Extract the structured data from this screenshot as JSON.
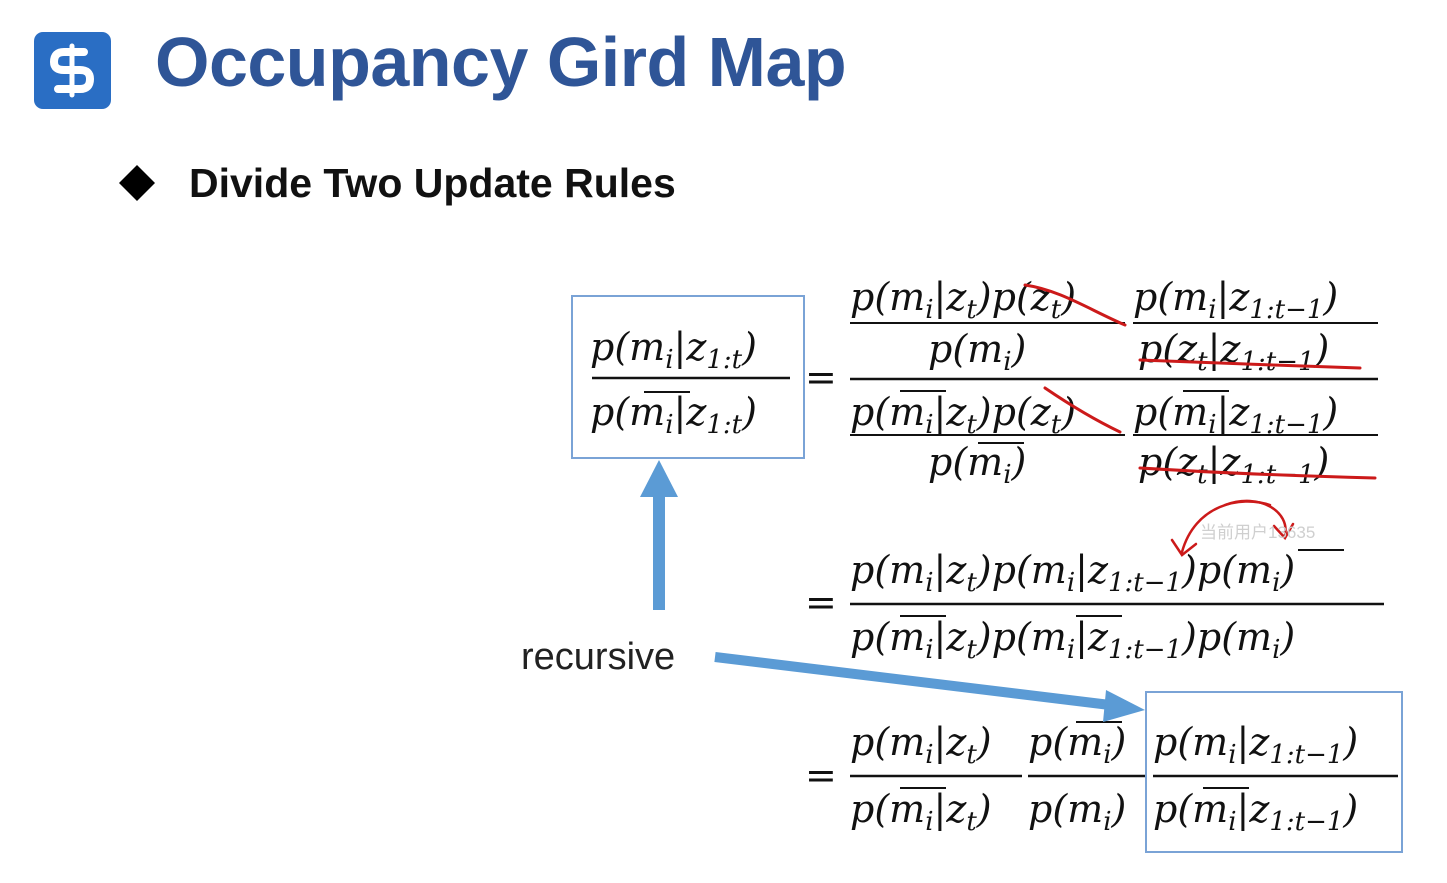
{
  "header": {
    "logo_icon": "stylized-s-logo-icon",
    "title": "Occupancy Gird Map"
  },
  "section": {
    "bullet_icon": "diamond-bullet-icon",
    "heading": "Divide Two Update Rules"
  },
  "annotation": {
    "recursive_label": "recursive",
    "watermark": "当前用户13635"
  },
  "colors": {
    "title": "#2f5597",
    "logo": "#2a6ec4",
    "box_border": "#7aa3d6",
    "arrow": "#5b9bd5",
    "strike": "#cc1a1a"
  }
}
